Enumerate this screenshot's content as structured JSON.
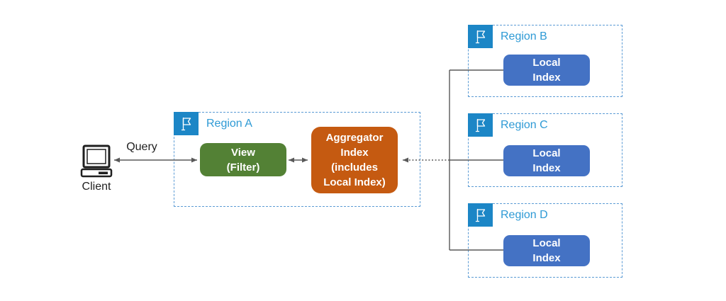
{
  "diagram": {
    "client": {
      "label": "Client",
      "icon": "desktop-computer-icon"
    },
    "query": {
      "label": "Query"
    },
    "region_a": {
      "label": "Region A",
      "icon": "flag-icon",
      "view_node": {
        "line1": "View",
        "line2": "(Filter)"
      },
      "aggregator_node": {
        "line1": "Aggregator",
        "line2": "Index",
        "line3": "(includes",
        "line4": "Local Index)"
      }
    },
    "region_b": {
      "label": "Region B",
      "icon": "flag-icon",
      "node": {
        "line1": "Local",
        "line2": "Index"
      }
    },
    "region_c": {
      "label": "Region C",
      "icon": "flag-icon",
      "node": {
        "line1": "Local",
        "line2": "Index"
      }
    },
    "region_d": {
      "label": "Region D",
      "icon": "flag-icon",
      "node": {
        "line1": "Local",
        "line2": "Index"
      }
    },
    "colors": {
      "view_green": "#538135",
      "aggregator_orange": "#C55A11",
      "local_index_blue": "#4472C4",
      "flag_badge_blue": "#1C86C6",
      "region_border_blue": "#5B9BD5",
      "region_label_blue": "#2E9AD5",
      "connector_gray": "#595959",
      "client_icon_black": "#1f1f1f"
    }
  }
}
